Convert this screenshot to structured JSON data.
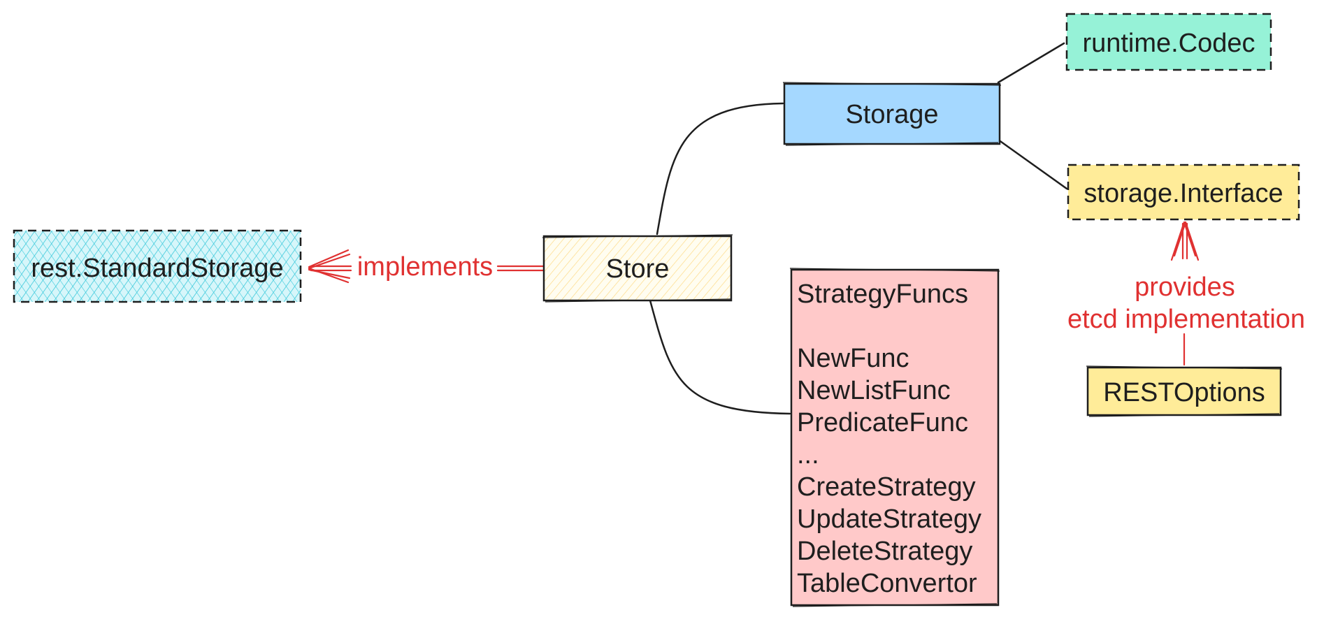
{
  "nodes": {
    "rest_standard_storage": {
      "label": "rest.StandardStorage",
      "fill": "#99e9f2"
    },
    "store": {
      "label": "Store",
      "fill": "#fff3bf"
    },
    "storage": {
      "label": "Storage",
      "fill": "#a5d8ff"
    },
    "runtime_codec": {
      "label": "runtime.Codec",
      "fill": "#96f2d7"
    },
    "storage_interface": {
      "label": "storage.Interface",
      "fill": "#ffec99"
    },
    "rest_options": {
      "label": "RESTOptions",
      "fill": "#ffec99"
    },
    "strategy_funcs": {
      "fill": "#ffc9c9",
      "lines": [
        "StrategyFuncs",
        "",
        "NewFunc",
        "NewListFunc",
        "PredicateFunc",
        "...",
        "CreateStrategy",
        "UpdateStrategy",
        "DeleteStrategy",
        "TableConvertor"
      ]
    }
  },
  "edges": {
    "implements_label": "implements",
    "provides_label": [
      "provides",
      "etcd implementation"
    ]
  },
  "colors": {
    "stroke": "#1e1e1e",
    "annotation": "#e03131"
  }
}
